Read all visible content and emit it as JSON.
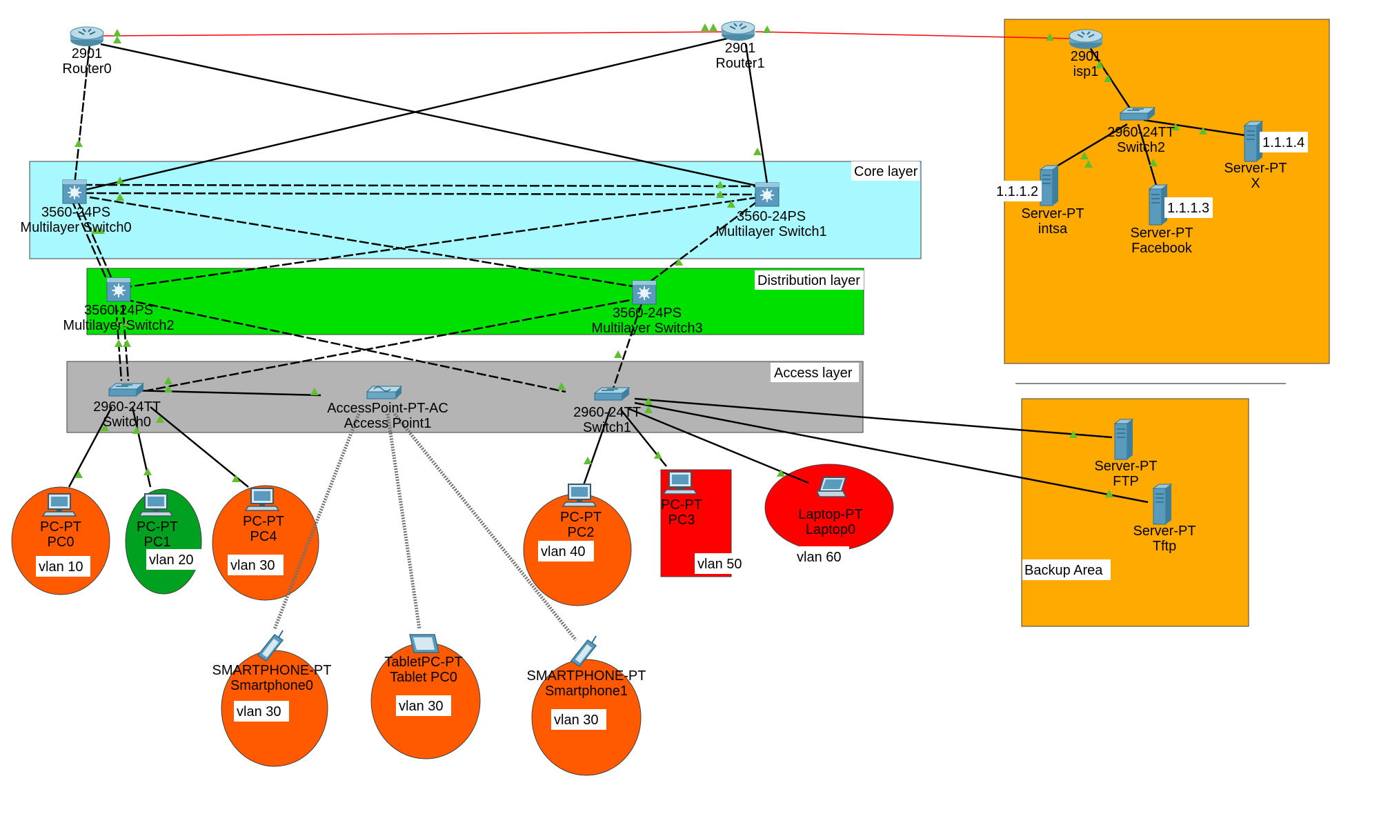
{
  "areas": {
    "core": "Core layer",
    "distribution": "Distribution layer",
    "access": "Access layer",
    "backup": "Backup Area"
  },
  "devices": {
    "router0": {
      "model": "2901",
      "name": "Router0"
    },
    "router1": {
      "model": "2901",
      "name": "Router1"
    },
    "isp1": {
      "model": "2901",
      "name": "isp1"
    },
    "mls0": {
      "model": "3560-24PS",
      "name": "Multilayer Switch0"
    },
    "mls1": {
      "model": "3560-24PS",
      "name": "Multilayer Switch1"
    },
    "mls2": {
      "model": "3560-24PS",
      "name": "Multilayer Switch2"
    },
    "mls3": {
      "model": "3560-24PS",
      "name": "Multilayer Switch3"
    },
    "switch0": {
      "model": "2960-24TT",
      "name": "Switch0"
    },
    "switch1": {
      "model": "2960-24TT",
      "name": "Switch1"
    },
    "switch2": {
      "model": "2960-24TT",
      "name": "Switch2"
    },
    "ap1": {
      "model": "AccessPoint-PT-AC",
      "name": "Access Point1"
    },
    "pc0": {
      "model": "PC-PT",
      "name": "PC0"
    },
    "pc1": {
      "model": "PC-PT",
      "name": "PC1"
    },
    "pc4": {
      "model": "PC-PT",
      "name": "PC4"
    },
    "pc2": {
      "model": "PC-PT",
      "name": "PC2"
    },
    "pc3": {
      "model": "PC-PT",
      "name": "PC3"
    },
    "laptop0": {
      "model": "Laptop-PT",
      "name": "Laptop0"
    },
    "smartphone0": {
      "model": "SMARTPHONE-PT",
      "name": "Smartphone0"
    },
    "tablet0": {
      "model": "TabletPC-PT",
      "name": "Tablet PC0"
    },
    "smartphone1": {
      "model": "SMARTPHONE-PT",
      "name": "Smartphone1"
    },
    "server_intsa": {
      "model": "Server-PT",
      "name": "intsa",
      "ip": "1.1.1.2"
    },
    "server_facebook": {
      "model": "Server-PT",
      "name": "Facebook",
      "ip": "1.1.1.3"
    },
    "server_x": {
      "model": "Server-PT",
      "name": "X",
      "ip": "1.1.1.4"
    },
    "server_ftp": {
      "model": "Server-PT",
      "name": "FTP"
    },
    "server_tftp": {
      "model": "Server-PT",
      "name": "Tftp"
    }
  },
  "vlans": {
    "pc0": "vlan 10",
    "pc1": "vlan 20",
    "pc4": "vlan 30",
    "pc2": "vlan 40",
    "pc3": "vlan 50",
    "laptop0": "vlan 60",
    "smartphone0": "vlan 30",
    "tablet0": "vlan 30",
    "smartphone1": "vlan 30"
  },
  "colors": {
    "core_fill": "#a8f8ff",
    "distribution_fill": "#00e000",
    "access_fill": "#b4b4b4",
    "isp_fill": "#ffaa00",
    "backup_fill": "#ffaa00",
    "vlan_orange": "#ff5a00",
    "vlan_green": "#00a020",
    "vlan_red": "#ff0000",
    "link_red": "#ff0000",
    "link_up": "#5fbf2f"
  }
}
